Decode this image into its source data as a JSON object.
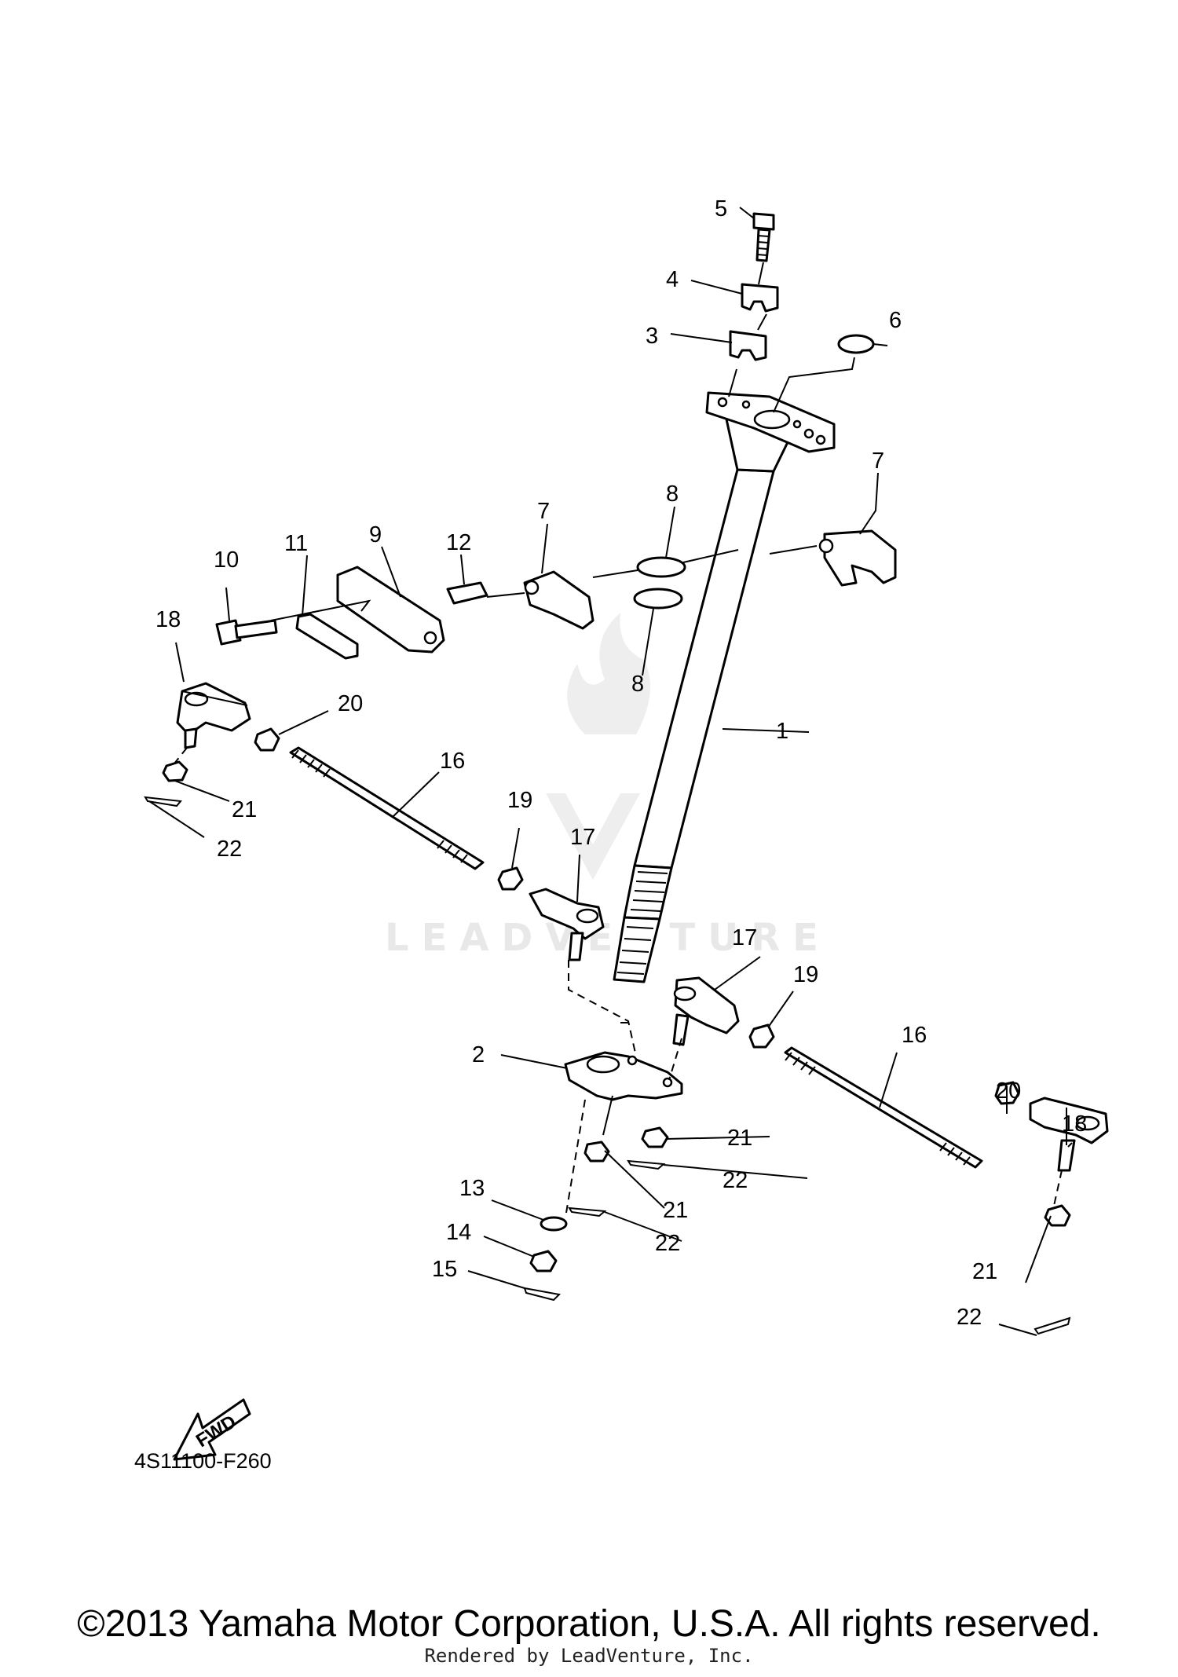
{
  "diagram": {
    "part_numbers": [
      "1",
      "2",
      "3",
      "4",
      "5",
      "6",
      "7",
      "7",
      "8",
      "8",
      "9",
      "10",
      "11",
      "12",
      "13",
      "14",
      "15",
      "16",
      "16",
      "17",
      "17",
      "18",
      "18",
      "19",
      "19",
      "20",
      "20",
      "21",
      "21",
      "21",
      "21",
      "22",
      "22",
      "22",
      "22"
    ],
    "fwd_label": "FWD",
    "drawing_code": "4S11100-F260",
    "watermark": "LEADVENTURE"
  },
  "footer": {
    "copyright": "©2013 Yamaha Motor Corporation, U.S.A. All rights reserved.",
    "rendered_by": "Rendered by LeadVenture, Inc."
  },
  "colors": {
    "line": "#000000",
    "background": "#ffffff",
    "watermark": "#e8e8e8"
  }
}
